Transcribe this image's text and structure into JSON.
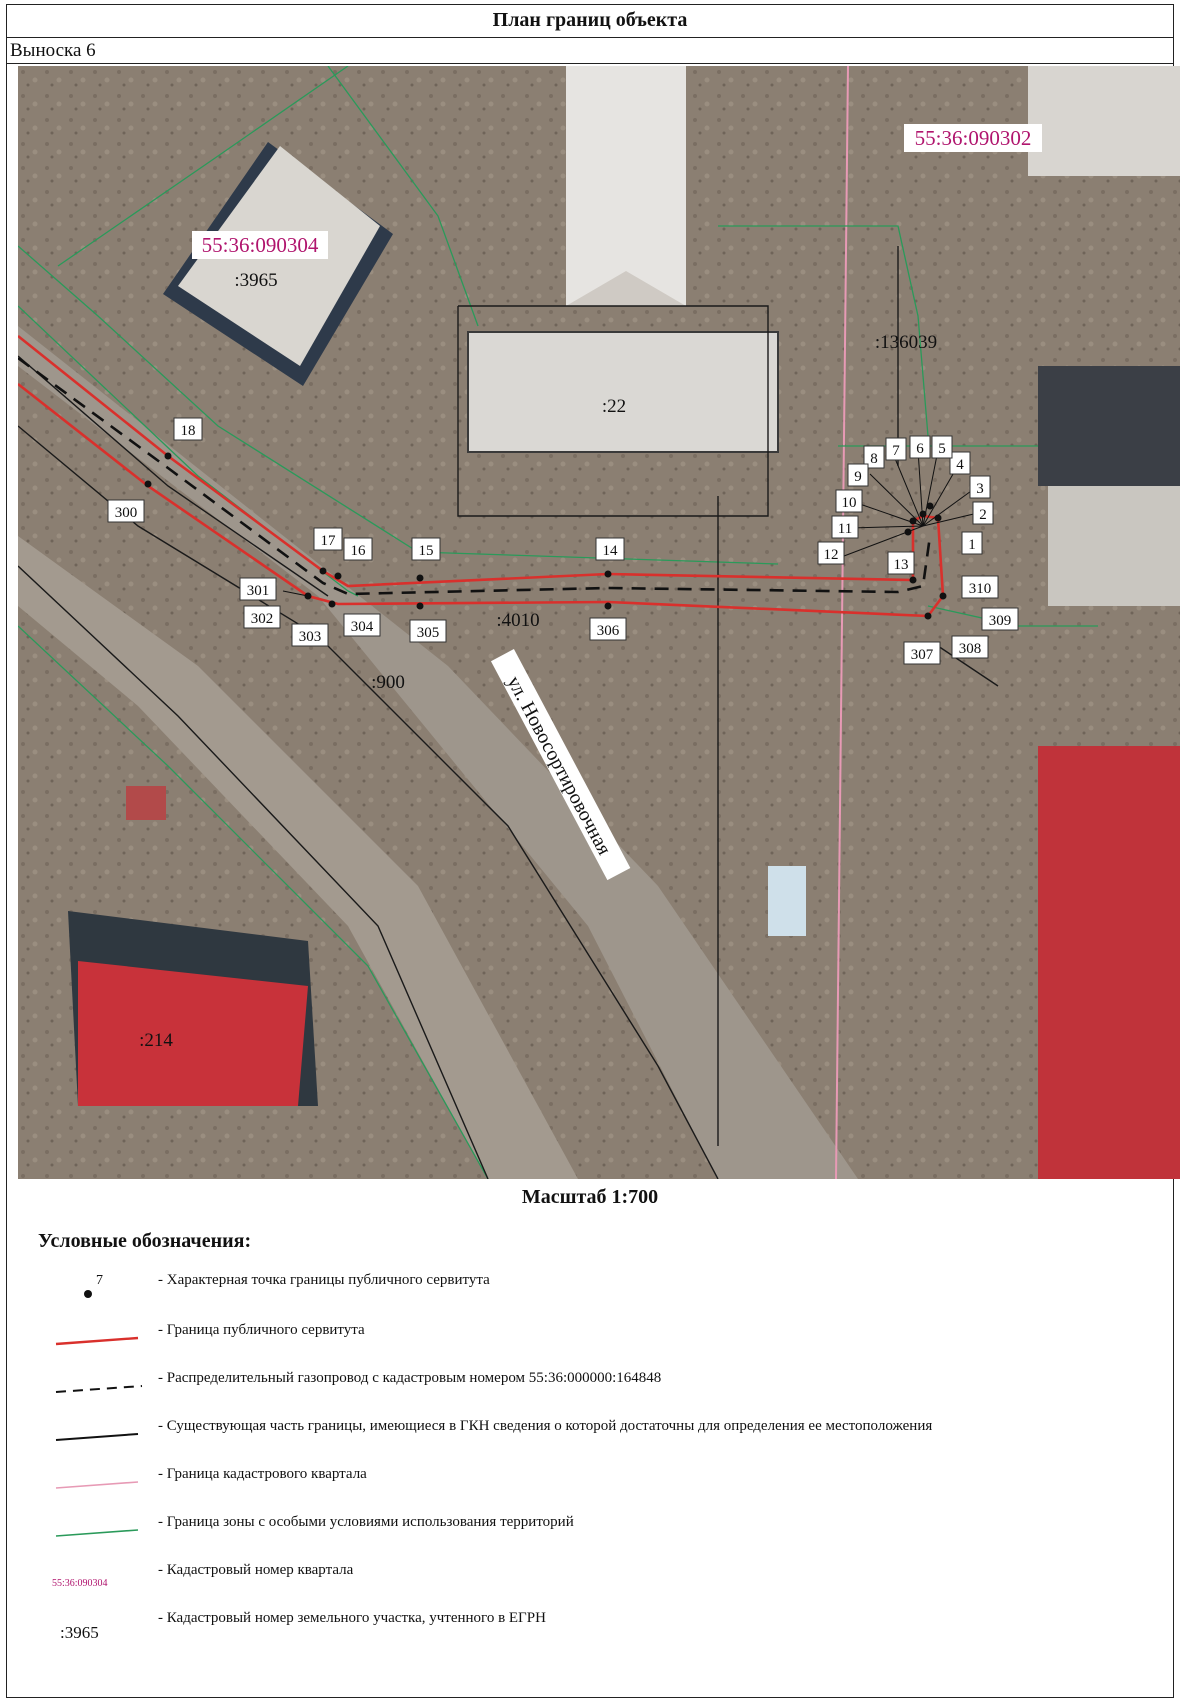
{
  "header": {
    "title": "План границ объекта",
    "callout": "Выноска 6"
  },
  "map": {
    "quarters": [
      "55:36:090304",
      "55:36:090302"
    ],
    "parcels": [
      ":3965",
      ":136039",
      ":22",
      ":4010",
      ":900",
      ":214"
    ],
    "street": "ул. Новосортировочная",
    "points": [
      "1",
      "2",
      "3",
      "4",
      "5",
      "6",
      "7",
      "8",
      "9",
      "10",
      "11",
      "12",
      "13",
      "14",
      "15",
      "16",
      "17",
      "18",
      "300",
      "301",
      "302",
      "303",
      "304",
      "305",
      "306",
      "307",
      "308",
      "309",
      "310"
    ]
  },
  "scale": "Масштаб 1:700",
  "legend": {
    "title": "Условные обозначения:",
    "items": [
      {
        "symbol": "point",
        "sample": "7",
        "text": "- Характерная точка границы публичного сервитута"
      },
      {
        "symbol": "red-line",
        "text": "- Граница публичного сервитута"
      },
      {
        "symbol": "dashed-line",
        "text": "- Распределительный газопровод с кадастровым номером 55:36:000000:164848"
      },
      {
        "symbol": "black-line",
        "text": "- Существующая часть границы, имеющиеся в ГКН сведения о которой достаточны для определения ее местоположения"
      },
      {
        "symbol": "pink-line",
        "text": "- Граница кадастрового квартала"
      },
      {
        "symbol": "green-line",
        "text": "- Граница зоны с особыми условиями использования территорий"
      },
      {
        "symbol": "quarter-number",
        "sample": "55:36:090304",
        "text": "- Кадастровый номер квартала"
      },
      {
        "symbol": "parcel-number",
        "sample": ":3965",
        "text": "- Кадастровый номер земельного участка, учтенного в ЕГРН"
      }
    ]
  },
  "colors": {
    "servitude": "#d9302c",
    "quarter": "#e79ab5",
    "zone": "#2a9a5a",
    "quarter_label": "#b0156e",
    "ground": "#8e8274"
  }
}
